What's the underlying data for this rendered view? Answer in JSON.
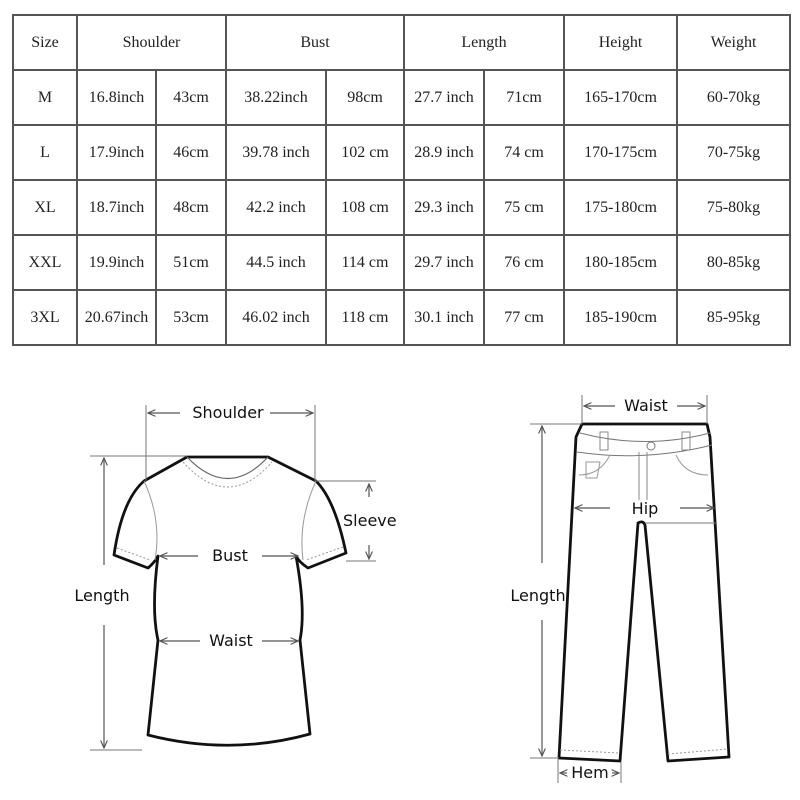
{
  "size_chart": {
    "headers": {
      "size": "Size",
      "shoulder": "Shoulder",
      "bust": "Bust",
      "length": "Length",
      "height": "Height",
      "weight": "Weight"
    },
    "rows": [
      {
        "size": "M",
        "shoulder_in": "16.8inch",
        "shoulder_cm": "43cm",
        "bust_in": "38.22inch",
        "bust_cm": "98cm",
        "length_in": "27.7 inch",
        "length_cm": "71cm",
        "height": "165-170cm",
        "weight": "60-70kg"
      },
      {
        "size": "L",
        "shoulder_in": "17.9inch",
        "shoulder_cm": "46cm",
        "bust_in": "39.78 inch",
        "bust_cm": "102 cm",
        "length_in": "28.9 inch",
        "length_cm": "74 cm",
        "height": "170-175cm",
        "weight": "70-75kg"
      },
      {
        "size": "XL",
        "shoulder_in": "18.7inch",
        "shoulder_cm": "48cm",
        "bust_in": "42.2 inch",
        "bust_cm": "108 cm",
        "length_in": "29.3 inch",
        "length_cm": "75 cm",
        "height": "175-180cm",
        "weight": "75-80kg"
      },
      {
        "size": "XXL",
        "shoulder_in": "19.9inch",
        "shoulder_cm": "51cm",
        "bust_in": "44.5 inch",
        "bust_cm": "114 cm",
        "length_in": "29.7 inch",
        "length_cm": "76 cm",
        "height": "180-185cm",
        "weight": "80-85kg"
      },
      {
        "size": "3XL",
        "shoulder_in": "20.67inch",
        "shoulder_cm": "53cm",
        "bust_in": "46.02 inch",
        "bust_cm": "118 cm",
        "length_in": "30.1 inch",
        "length_cm": "77 cm",
        "height": "185-190cm",
        "weight": "85-95kg"
      }
    ]
  },
  "shirt_diagram": {
    "labels": {
      "shoulder": "Shoulder",
      "sleeve": "Sleeve",
      "bust": "Bust",
      "length": "Length",
      "waist": "Waist"
    }
  },
  "pants_diagram": {
    "labels": {
      "waist": "Waist",
      "hip": "Hip",
      "length": "Length",
      "hem": "Hem"
    }
  },
  "colors": {
    "border": "#555555",
    "text": "#222222",
    "outline": "#111111"
  }
}
